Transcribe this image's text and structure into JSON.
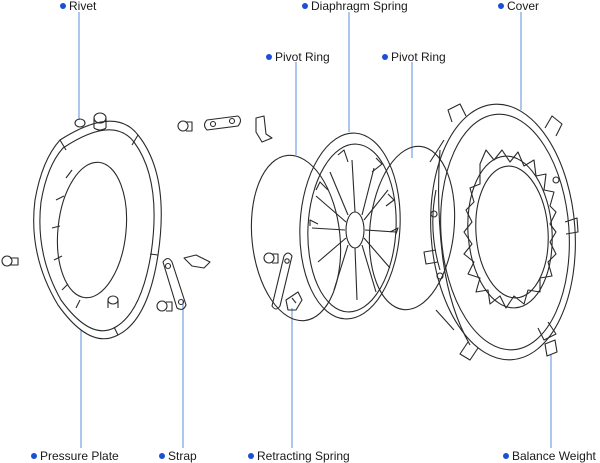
{
  "labels": {
    "rivet": "Rivet",
    "diaphragm_spring": "Diaphragm Spring",
    "cover": "Cover",
    "pivot_ring_left": "Pivot Ring",
    "pivot_ring_right": "Pivot Ring",
    "pressure_plate": "Pressure Plate",
    "strap": "Strap",
    "retracting_spring": "Retracting Spring",
    "balance_weight": "Balance Weight"
  },
  "colors": {
    "bullet": "#1a4fd6",
    "leader": "#5b8fd9",
    "outline": "#2a2a2a"
  }
}
